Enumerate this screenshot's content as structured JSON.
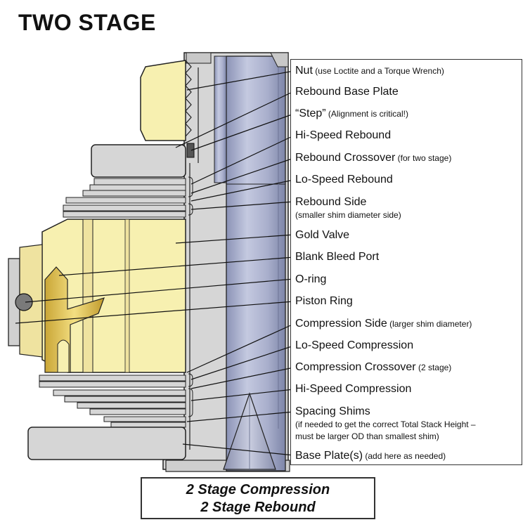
{
  "title": "TWO STAGE",
  "labels": [
    {
      "main": "Nut",
      "note": " (use Loctite and a Torque Wrench)",
      "sub": ""
    },
    {
      "main": "Rebound Base Plate",
      "note": "",
      "sub": ""
    },
    {
      "main": "“Step”",
      "note": " (Alignment is critical!)",
      "sub": ""
    },
    {
      "main": "Hi-Speed Rebound",
      "note": "",
      "sub": ""
    },
    {
      "main": "Rebound Crossover",
      "note": " (for two stage)",
      "sub": ""
    },
    {
      "main": "Lo-Speed Rebound",
      "note": "",
      "sub": ""
    },
    {
      "main": "Rebound Side",
      "note": "",
      "sub": "(smaller shim diameter side)"
    },
    {
      "main": "Gold Valve",
      "note": "",
      "sub": ""
    },
    {
      "main": "Blank Bleed Port",
      "note": "",
      "sub": ""
    },
    {
      "main": "O-ring",
      "note": "",
      "sub": ""
    },
    {
      "main": "Piston Ring",
      "note": "",
      "sub": ""
    },
    {
      "main": "Compression Side",
      "note": " (larger shim diameter)",
      "sub": ""
    },
    {
      "main": "Lo-Speed Compression",
      "note": "",
      "sub": ""
    },
    {
      "main": "Compression Crossover",
      "note": " (2 stage)",
      "sub": ""
    },
    {
      "main": "Hi-Speed Compression",
      "note": "",
      "sub": ""
    },
    {
      "main": "Spacing Shims",
      "note": "",
      "sub": "(if needed to get the correct Total Stack Height –"
    },
    {
      "main": "Base Plate(s)",
      "note": " (add here as needed)",
      "sub": ""
    }
  ],
  "spacing_sub2": "must be larger OD than smallest shim)",
  "caption": {
    "line1": "2 Stage Compression",
    "line2": "2 Stage Rebound"
  },
  "colors": {
    "gold": "#f7f0b0",
    "gold_dark": "#e3cf6a",
    "steel": "#d4d4d4",
    "rod": "#9aa2c4",
    "outline": "#222222"
  }
}
